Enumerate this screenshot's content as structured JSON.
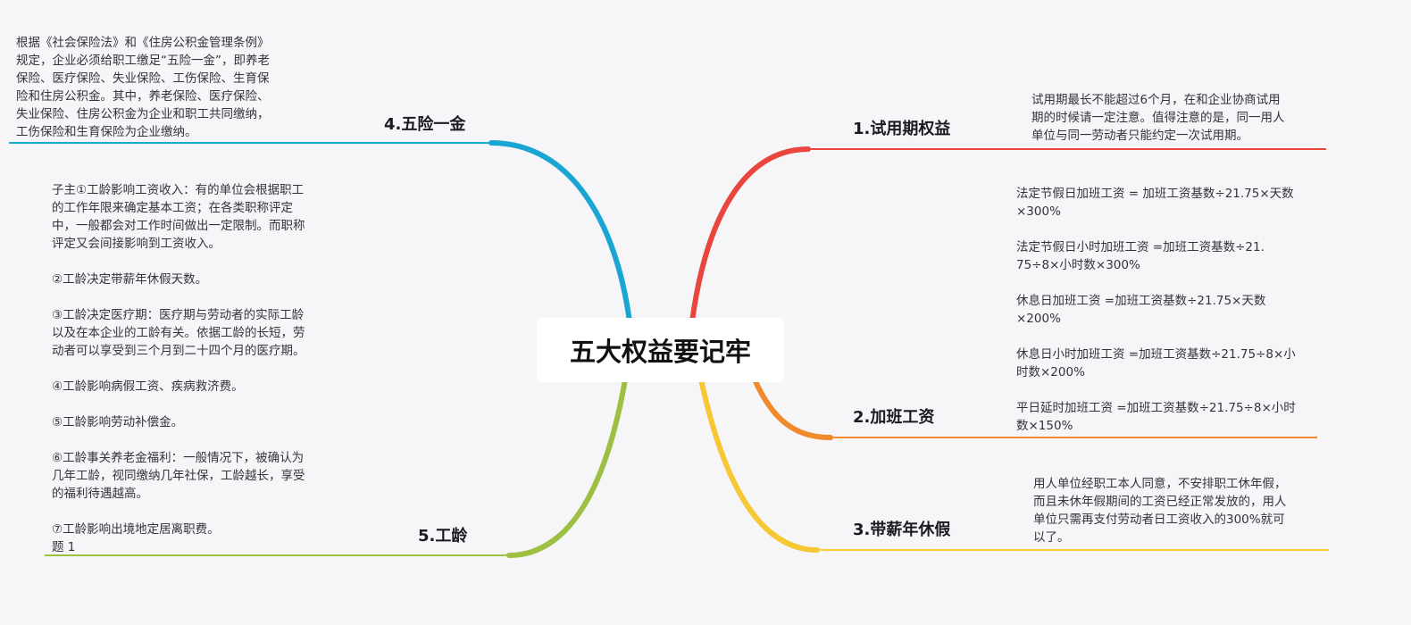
{
  "central_topic": "五大权益要记牢",
  "branches": [
    {
      "label": "1.试用期权益",
      "color": "#e9473e",
      "note": "试用期最长不能超过6个月，在和企业协商试用\n期的时候请一定注意。值得注意的是，同一用人\n单位与同一劳动者只能约定一次试用期。"
    },
    {
      "label": "2.加班工资",
      "color": "#f08a2c",
      "note": "法定节假日加班工资 = 加班工资基数÷21.75×天数\n×300%\n\n法定节假日小时加班工资 =加班工资基数÷21.\n75÷8×小时数×300%\n\n休息日加班工资 =加班工资基数÷21.75×天数\n×200%\n\n休息日小时加班工资 =加班工资基数÷21.75÷8×小\n时数×200%\n\n平日延时加班工资 =加班工资基数÷21.75÷8×小时\n数×150%"
    },
    {
      "label": "3.带薪年休假",
      "color": "#f7c734",
      "note": "用人单位经职工本人同意，不安排职工休年假，\n而且未休年假期间的工资已经正常发放的，用人\n单位只需再支付劳动者日工资收入的300%就可\n以了。"
    },
    {
      "label": "4.五险一金",
      "color": "#1aa6d2",
      "note": "根据《社会保险法》和《住房公积金管理条例》\n规定，企业必须给职工缴足“五险一金”，即养老\n保险、医疗保险、失业保险、工伤保险、生育保\n险和住房公积金。其中，养老保险、医疗保险、\n失业保险、住房公积金为企业和职工共同缴纳，\n工伤保险和生育保险为企业缴纳。"
    },
    {
      "label": "5.工龄",
      "color": "#9dc043",
      "note": "子主①工龄影响工资收入：有的单位会根据职工\n的工作年限来确定基本工资；在各类职称评定\n中，一般都会对工作时间做出一定限制。而职称\n评定又会间接影响到工资收入。\n\n②工龄决定带薪年休假天数。\n\n③工龄决定医疗期：医疗期与劳动者的实际工龄\n以及在本企业的工龄有关。依据工龄的长短，劳\n动者可以享受到三个月到二十四个月的医疗期。\n\n④工龄影响病假工资、疾病救济费。\n\n⑤工龄影响劳动补偿金。\n\n⑥工龄事关养老金福利：一般情况下，被确认为\n几年工龄，视同缴纳几年社保，工龄越长，享受\n的福利待遇越高。\n\n⑦工龄影响出境地定居离职费。\n题 1"
    }
  ]
}
